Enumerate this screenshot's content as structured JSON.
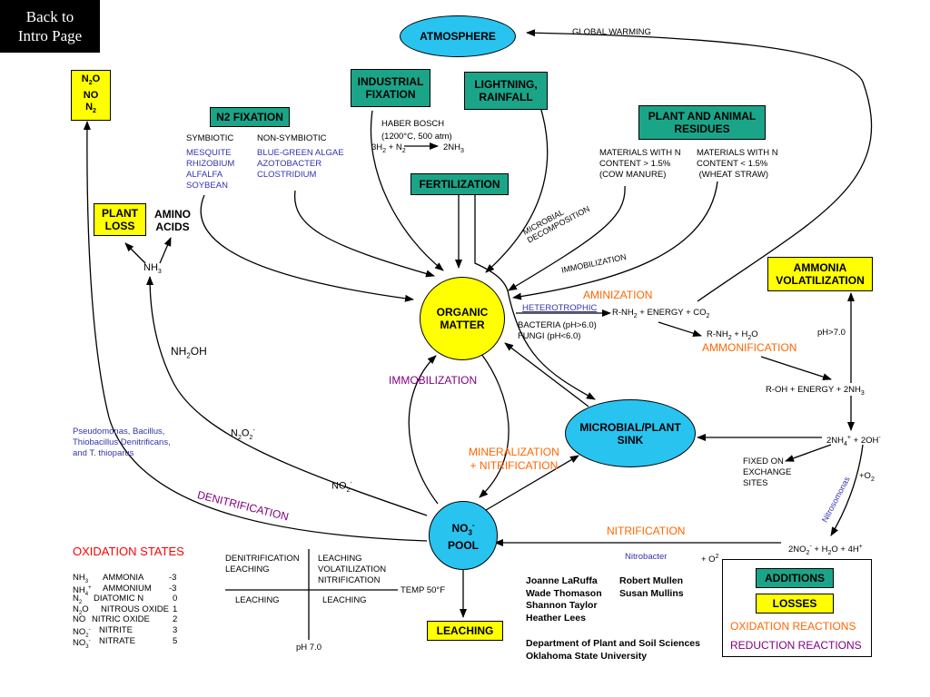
{
  "back_button": "Back to\nIntro Page",
  "nodes": {
    "atmosphere": "ATMOSPHERE",
    "n2o_box": [
      "N2O",
      "NO",
      "N2"
    ],
    "industrial_fixation": "INDUSTRIAL\nFIXATION",
    "lightning": "LIGHTNING,\nRAINFALL",
    "n2_fixation": "N2 FIXATION",
    "plant_animal": "PLANT AND ANIMAL\nRESIDUES",
    "fertilization": "FERTILIZATION",
    "plant_loss": "PLANT\nLOSS",
    "amino_acids": "AMINO\nACIDS",
    "organic_matter": "ORGANIC\nMATTER",
    "ammonia_volatilization": "AMMONIA\nVOLATILIZATION",
    "microbial_sink": "MICROBIAL/PLANT\nSINK",
    "no3_pool": "POOL",
    "leaching_box": "LEACHING"
  },
  "labels": {
    "global_warming": "GLOBAL WARMING",
    "symbiotic": "SYMBIOTIC",
    "non_symbiotic": "NON-SYMBIOTIC",
    "symbiotic_list": [
      "MESQUITE",
      "RHIZOBIUM",
      "ALFALFA",
      "SOYBEAN"
    ],
    "non_symbiotic_list": [
      "BLUE-GREEN ALGAE",
      "AZOTOBACTER",
      "CLOSTRIDIUM"
    ],
    "haber_bosch": "HABER BOSCH",
    "haber_conditions": "(1200°C, 500 atm)",
    "materials_high": [
      "MATERIALS WITH N",
      "CONTENT > 1.5%",
      "(COW MANURE)"
    ],
    "materials_low": [
      "MATERIALS WITH N",
      "CONTENT < 1.5%",
      " (WHEAT STRAW)"
    ],
    "microbial_decomposition": "MICROBIAL\nDECOMPOSITION",
    "immobilization_top": "IMMOBILIZATION",
    "aminization": "AMINIZATION",
    "heterotrophic": "HETEROTROPHIC",
    "bacteria": "BACTERIA (pH>6.0)",
    "fungi": "FUNGI (pH<6.0)",
    "ammonification": "AMMONIFICATION",
    "ph_gt7": "pH>7.0",
    "nh2oh": "NH2OH",
    "immobilization_mid": "IMMOBILIZATION",
    "mineralization": "MINERALIZATION\n+ NITRIFICATION",
    "pseudomonas": "Pseudomonas, Bacillus,\nThiobacillus Denitrificans,\nand T. thioparus",
    "denitrification": "DENITRIFICATION",
    "fixed_sites": "FIXED ON\nEXCHANGE\nSITES",
    "o2_plus": "+O2",
    "nitrosomonas": "Nitrosomonas",
    "nitrification": "NITRIFICATION",
    "nitrobacter": "Nitrobacter",
    "plus_o2": "+ O2",
    "temp": "TEMP 50°F",
    "ph7": "pH 7.0"
  },
  "quadrant": {
    "top_left": "DENITRIFICATION\nLEACHING",
    "top_right": "LEACHING\nVOLATILIZATION\nNITRIFICATION",
    "bottom_left": "LEACHING",
    "bottom_right": "LEACHING"
  },
  "oxidation_states": {
    "title": "OXIDATION STATES",
    "rows": [
      {
        "formula": "NH3",
        "name": "AMMONIA",
        "value": "-3"
      },
      {
        "formula": "NH4+",
        "name": "AMMONIUM",
        "value": "-3"
      },
      {
        "formula": "N2",
        "name": "DIATOMIC N",
        "value": "0"
      },
      {
        "formula": "N2O",
        "name": "NITROUS OXIDE",
        "value": "1"
      },
      {
        "formula": "NO",
        "name": "NITRIC OXIDE",
        "value": "2"
      },
      {
        "formula": "NO2-",
        "name": "NITRITE",
        "value": "3"
      },
      {
        "formula": "NO3-",
        "name": "NITRATE",
        "value": "5"
      }
    ]
  },
  "authors": {
    "col1": [
      "Joanne LaRuffa",
      "Wade Thomason",
      "Shannon Taylor",
      "Heather Lees"
    ],
    "col2": [
      "Robert Mullen",
      "Susan Mullins"
    ],
    "dept": "Department of Plant and Soil Sciences",
    "univ": "Oklahoma State University"
  },
  "legend": {
    "additions": "ADDITIONS",
    "losses": "LOSSES",
    "oxidation": "OXIDATION REACTIONS",
    "reduction": "REDUCTION REACTIONS"
  },
  "colors": {
    "teal": "#1aa589",
    "yellow": "#ffff00",
    "cyan": "#29c3f0",
    "orange": "#ff6600",
    "purple": "#800080",
    "blue_text": "#3333aa",
    "red": "#ff0000"
  }
}
